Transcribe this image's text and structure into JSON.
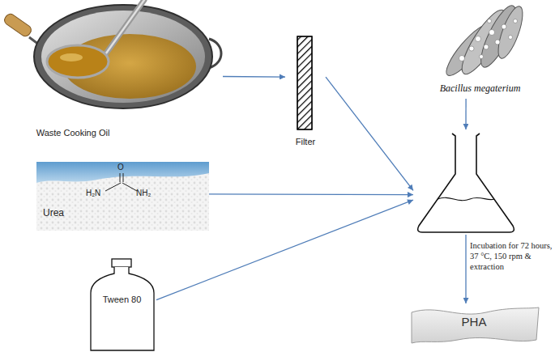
{
  "diagram": {
    "nodes": [
      {
        "text": [
          "Waste Cooking Oil"
        ]
      },
      {
        "text": [
          "Filter"
        ]
      },
      {
        "text": [
          "Bacillus megaterium"
        ]
      },
      {
        "text": [
          "Urea"
        ]
      },
      {
        "text": []
      },
      {
        "text": [
          "Tween 80"
        ]
      },
      {
        "text": [
          "PHA"
        ]
      }
    ],
    "edges": [
      {
        "from": 0,
        "to": 1,
        "arrow": "to"
      },
      {
        "from": 1,
        "to": 4,
        "arrow": "to"
      },
      {
        "from": 2,
        "to": 4,
        "arrow": "to"
      },
      {
        "from": 3,
        "to": 4,
        "arrow": "to"
      },
      {
        "from": 5,
        "to": 4,
        "arrow": "to"
      },
      {
        "from": 4,
        "to": 6,
        "label": "Incubation for 72 hours, 37 °C, 150 rpm & extraction",
        "arrow": "to"
      }
    ],
    "labels": [
      "O",
      "H₂N",
      "NH₂"
    ]
  }
}
